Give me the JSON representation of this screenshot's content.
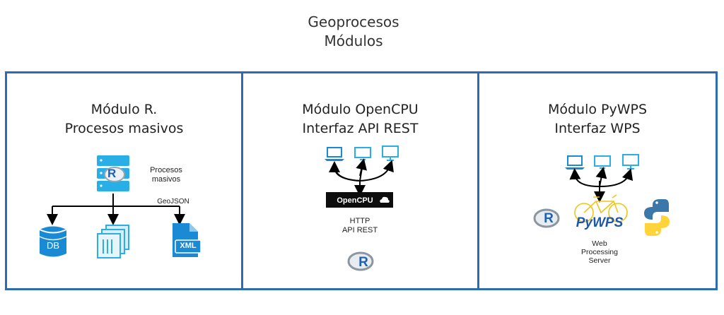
{
  "header": {
    "line1": "Geoprocesos",
    "line2": "Módulos"
  },
  "panels": [
    {
      "title1": "Módulo R.",
      "title2": "Procesos masivos",
      "label_procesos1": "Procesos",
      "label_procesos2": "masivos",
      "label_geojson": "GeoJSON",
      "db_label": "DB",
      "xml_label": "XML",
      "r_letter": "R"
    },
    {
      "title1": "Módulo OpenCPU",
      "title2": "Interfaz API REST",
      "opencpu_label": "OpenCPU",
      "http_label": "HTTP",
      "api_label": "API REST",
      "r_letter": "R"
    },
    {
      "title1": "Módulo PyWPS",
      "title2": "Interfaz WPS",
      "pywps_label": "PyWPS",
      "web1": "Web",
      "web2": "Processing",
      "web3": "Server",
      "r_letter": "R"
    }
  ],
  "colors": {
    "border": "#2d6cb3",
    "icon_blue": "#1a8ad4",
    "icon_light": "#29aee6"
  }
}
